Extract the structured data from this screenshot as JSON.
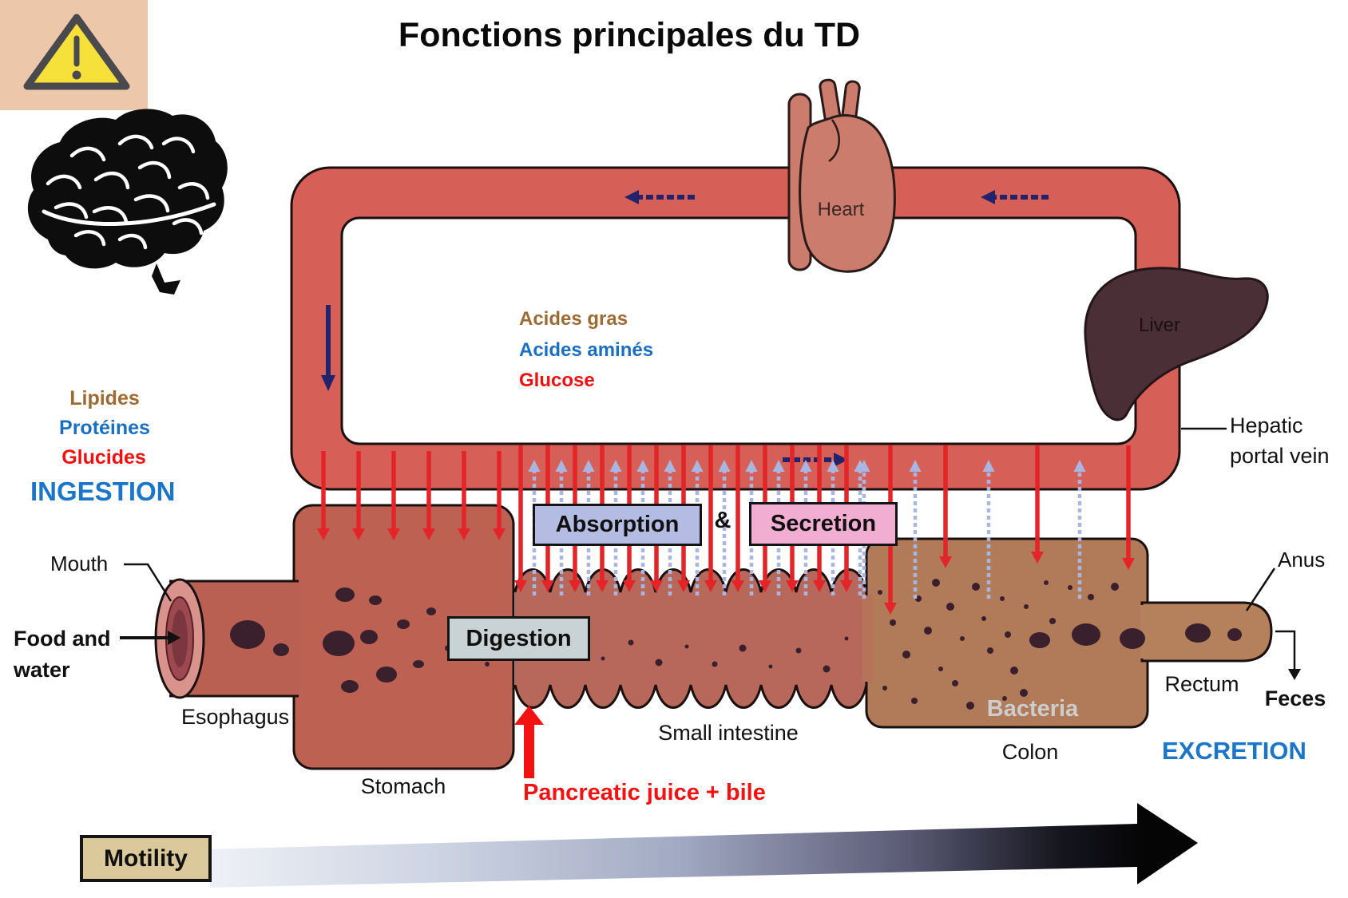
{
  "title": "Fonctions principales du TD",
  "ingestion_labels": {
    "lipides": "Lipides",
    "proteines": "Protéines",
    "glucides": "Glucides",
    "ingestion": "INGESTION"
  },
  "absorbed_nutrients": {
    "acides_gras": "Acides gras",
    "acides_amines": "Acides aminés",
    "glucose": "Glucose"
  },
  "organs": {
    "heart": "Heart",
    "liver": "Liver",
    "hepatic_line1": "Hepatic",
    "hepatic_line2": "portal vein"
  },
  "tract": {
    "mouth": "Mouth",
    "food_line1": "Food and",
    "food_line2": "water",
    "esophagus": "Esophagus",
    "stomach": "Stomach",
    "small_intestine": "Small intestine",
    "colon": "Colon",
    "bacteria": "Bacteria",
    "rectum": "Rectum",
    "anus": "Anus",
    "feces": "Feces"
  },
  "processes": {
    "absorption": "Absorption",
    "ampersand": "&",
    "secretion": "Secretion",
    "digestion": "Digestion",
    "motility": "Motility"
  },
  "annotations": {
    "pancreatic": "Pancreatic juice + bile",
    "excretion": "EXCRETION"
  },
  "colors": {
    "vessel_red": "#d66057",
    "ingestion_blue": "#1b75c8",
    "lipid_brown": "#9c6b33",
    "protein_blue": "#1b6fc0",
    "carb_red": "#ee1111",
    "absorption_box": "#b4bce4",
    "secretion_box": "#f2aed2",
    "digestion_box": "#c9d2d4",
    "motility_box": "#dbc89b",
    "secretion_arrow_red": "#e3252a",
    "absorption_arrow_blue": "#a9b6e2",
    "blood_flow_navy": "#23236b",
    "pancreatic_red": "#f21212",
    "bacteria_text": "#cdcdcd",
    "warning_bg": "#ecc7a9",
    "warning_yellow": "#f6e13a"
  }
}
